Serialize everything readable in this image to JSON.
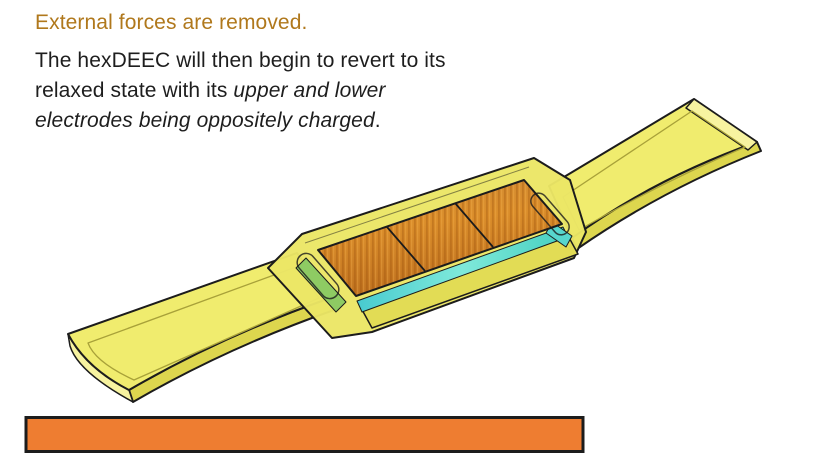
{
  "caption": {
    "heading": "External forces are removed.",
    "line1": "The hexDEEC will then begin to revert to its",
    "line2_normal": "relaxed state with its ",
    "line2_italic": "upper and lower",
    "line3_italic": "electrodes being oppositely charged",
    "line3_period": "."
  },
  "colors": {
    "heading_text": "#b0781c",
    "body_text": "#1e1e1e",
    "strap_yellow": "#f0ec6e",
    "strap_edge_yellow": "#ddd64e",
    "strap_tip_yellow": "#f7f3a0",
    "casing_yellow": "#ebe666",
    "casing_front_yellow": "#e2dc55",
    "top_electrode_orange": "#d4841f",
    "bottom_electrode_cyan": "#57d6cd",
    "left_electrode_edge_green": "#8ecb63",
    "outline_black": "#1c1c1c",
    "bar_fill": "#ee7d31",
    "bar_border": "#1c1c1c"
  }
}
